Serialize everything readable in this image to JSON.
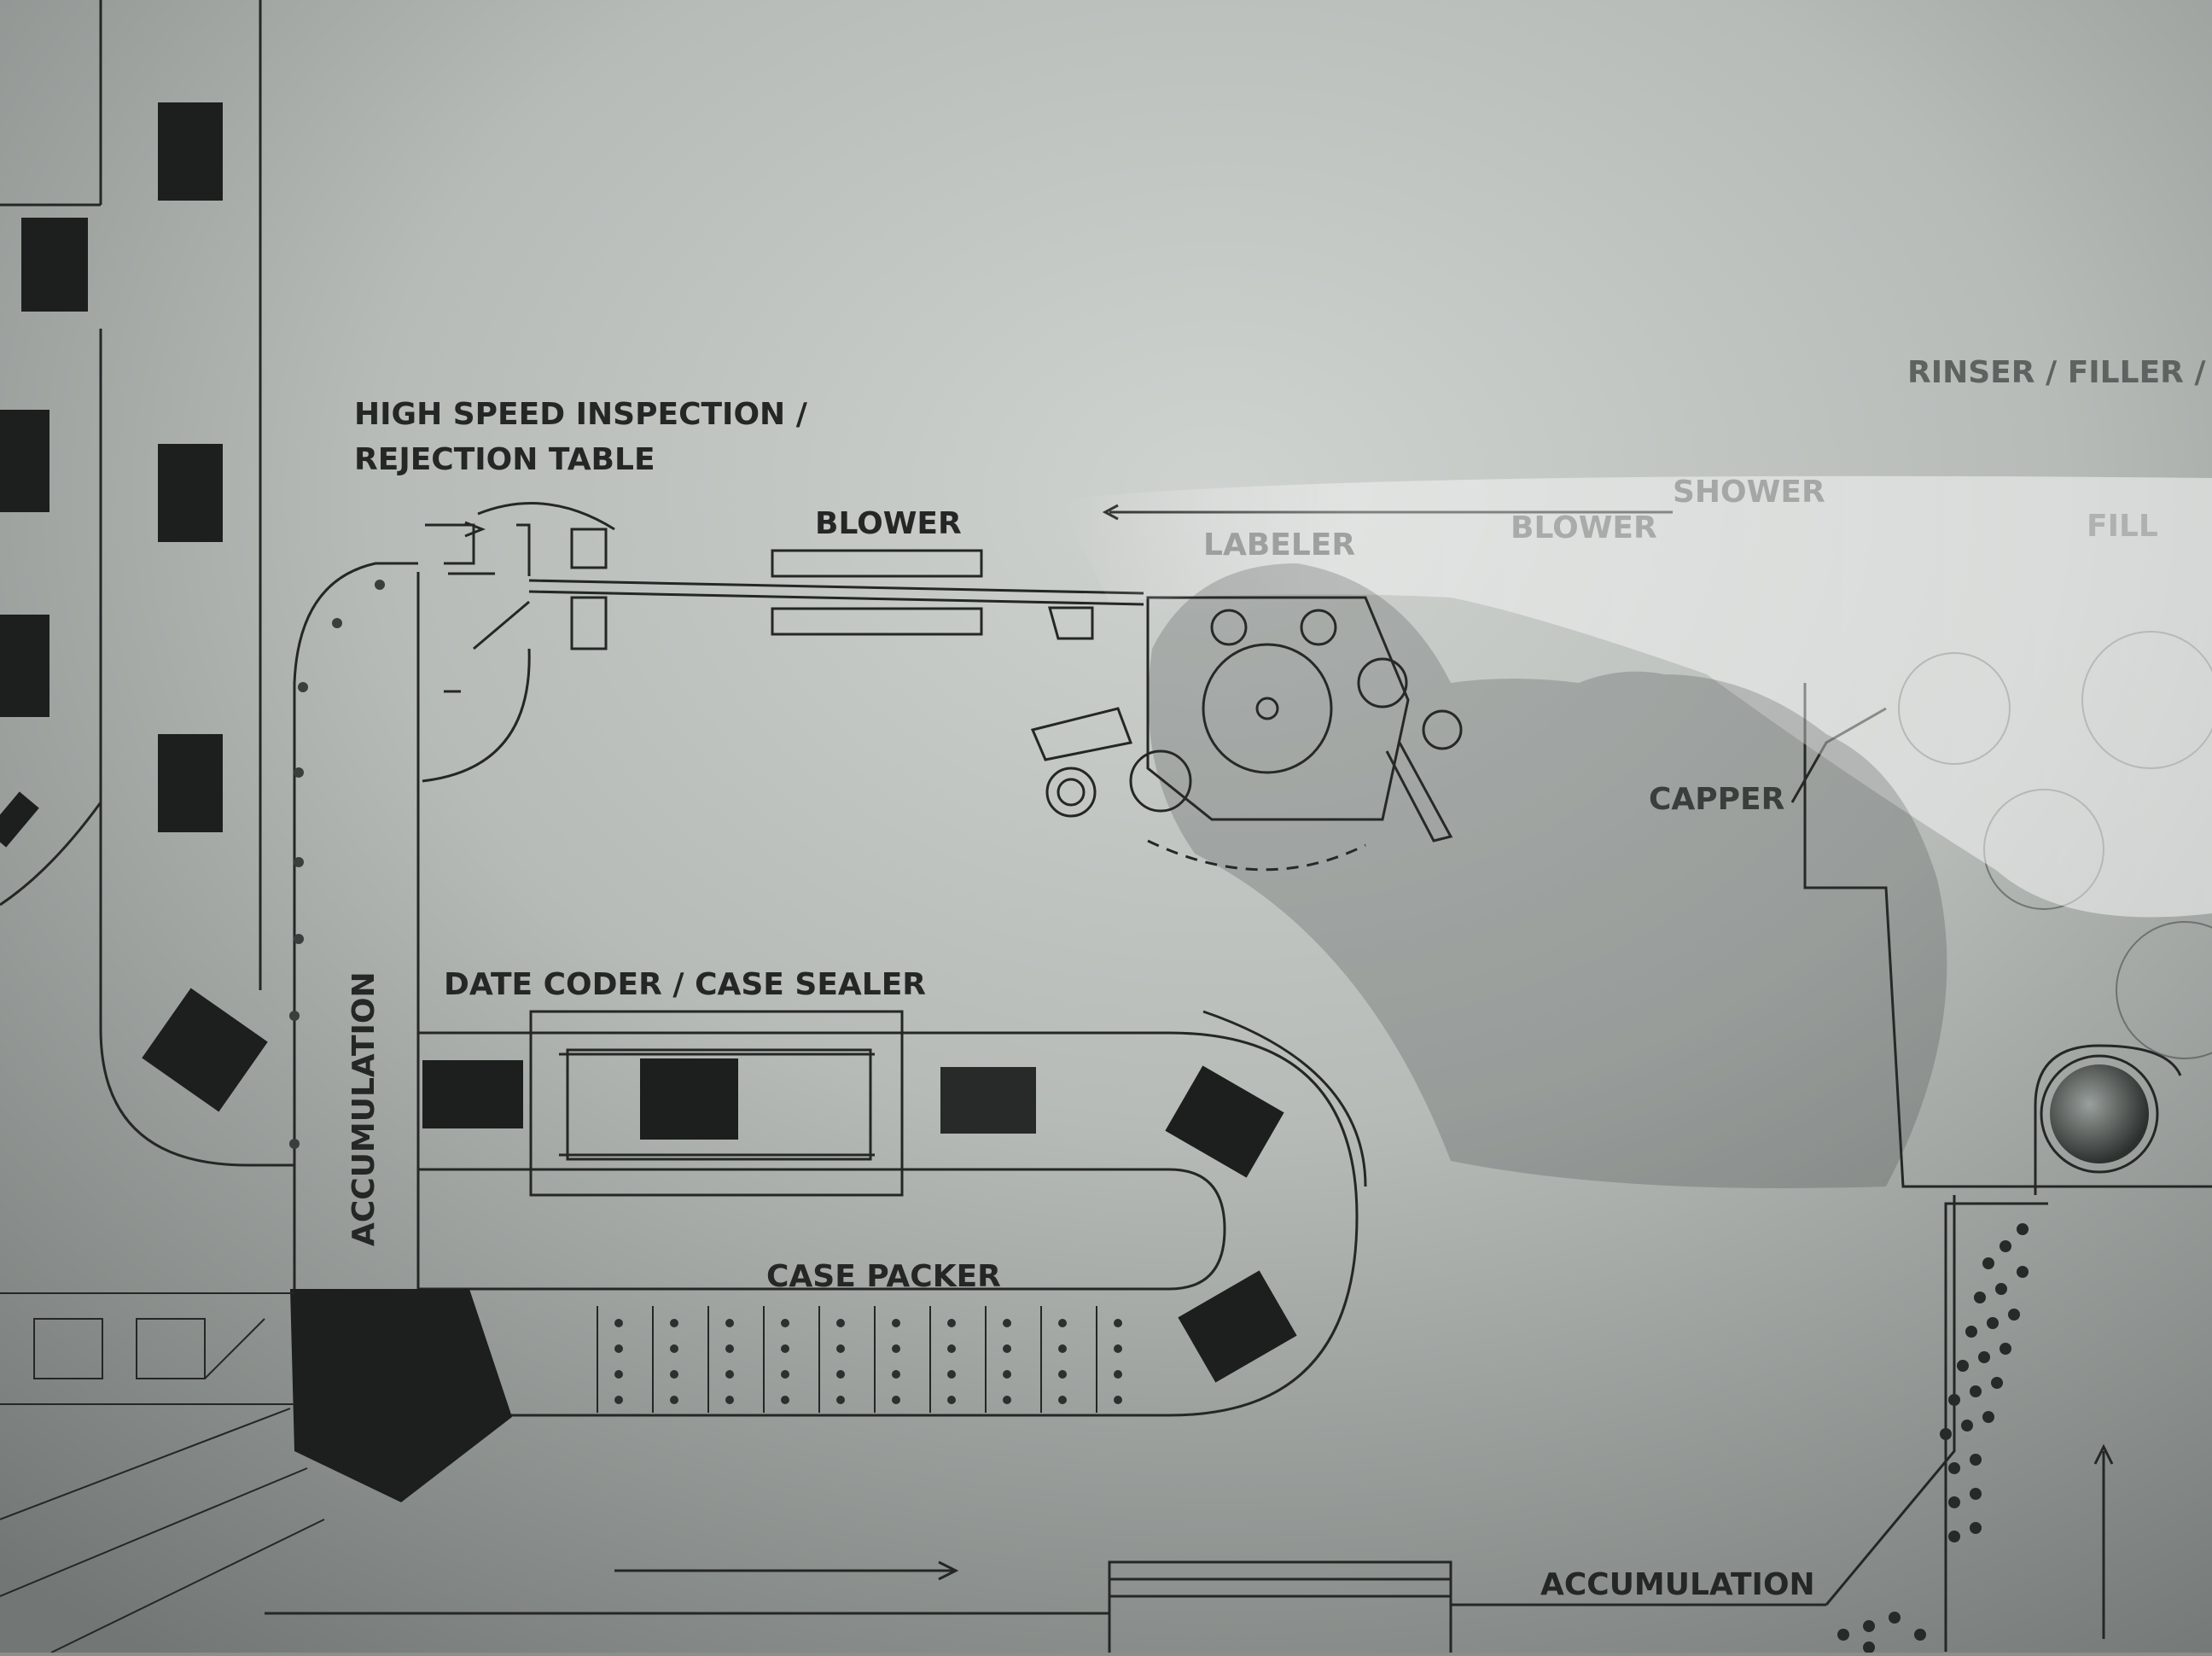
{
  "labels": {
    "inspection_line1": "HIGH SPEED INSPECTION /",
    "inspection_line2": "REJECTION TABLE",
    "blower_left": "BLOWER",
    "labeler": "LABELER",
    "blower_right": "BLOWER",
    "shower": "SHOWER",
    "rinser_filler": "RINSER / FILLER / CA",
    "fill": "FILL",
    "capper": "CAPPER",
    "date_coder": "DATE CODER / CASE SEALER",
    "accumulation_vertical": "ACCUMULATION",
    "case_packer": "CASE PACKER",
    "accumulation_bottom": "ACCUMULATION"
  },
  "colors": {
    "paper_light": "#c9cdca",
    "paper_dark": "#6f7472",
    "ink": "#242725",
    "block": "#1c1f1d"
  }
}
